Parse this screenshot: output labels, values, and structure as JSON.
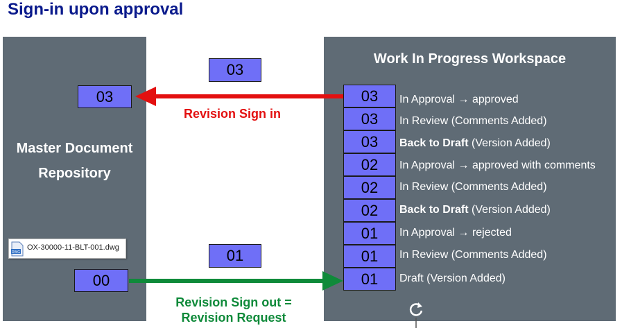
{
  "title": "Sign-in upon approval",
  "left_panel": {
    "title_line1": "Master Document",
    "title_line2": "Repository"
  },
  "right_panel": {
    "title": "Work In Progress Workspace"
  },
  "master_boxes": {
    "top": "03",
    "bottom": "00"
  },
  "transit_boxes": {
    "top": "03",
    "bottom": "01"
  },
  "arrows": {
    "sign_in_label": "Revision Sign in",
    "sign_out_label_line1": "Revision Sign out =",
    "sign_out_label_line2": "Revision Request",
    "sign_in_color": "#e31010",
    "sign_out_color": "#0f8a3a"
  },
  "file": {
    "name": "OX-30000-11-BLT-001.dwg",
    "icon": "dwg-file-icon"
  },
  "revisions": [
    {
      "rev": "03",
      "bold": "",
      "label": "In Approval → approved"
    },
    {
      "rev": "03",
      "bold": "",
      "label": "In Review (Comments Added)"
    },
    {
      "rev": "03",
      "bold": "Back to Draft",
      "label": " (Version Added)"
    },
    {
      "rev": "02",
      "bold": "",
      "label": "In Approval → approved with comments"
    },
    {
      "rev": "02",
      "bold": "",
      "label": "In Review (Comments Added)"
    },
    {
      "rev": "02",
      "bold": "Back to Draft",
      "label": " (Version Added)"
    },
    {
      "rev": "01",
      "bold": "",
      "label": "In Approval → rejected"
    },
    {
      "rev": "01",
      "bold": "",
      "label": "In Review (Comments Added)"
    },
    {
      "rev": "01",
      "bold": "",
      "label": "Draft (Version Added)"
    }
  ],
  "colors": {
    "panel": "#5f6b75",
    "box": "#6f6ff7",
    "title": "#0a1a8c"
  }
}
